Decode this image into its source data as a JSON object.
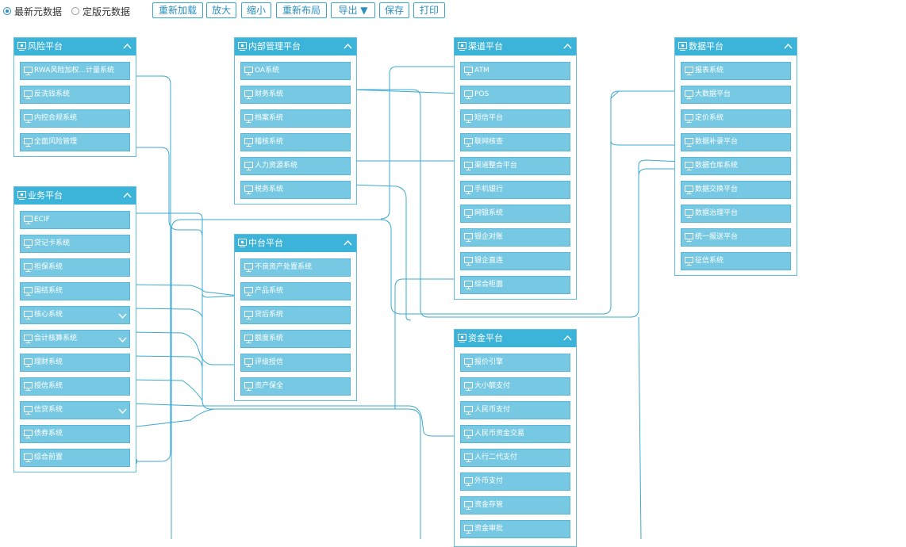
{
  "toolbar": {
    "radio_latest": "最新元数据",
    "radio_final": "定版元数据",
    "selected": "latest",
    "reload": "重新加载",
    "zoom_in": "放大",
    "zoom_out": "缩小",
    "relayout": "重新布局",
    "export": "导出 ▼",
    "save": "保存",
    "print": "打印"
  },
  "colors": {
    "header": "#3cb3d8",
    "item": "#77c9e3",
    "border": "#5fbede",
    "link": "#3ba9cf",
    "button_text": "#2a8fc0"
  },
  "icons": {
    "panel": "platform-icon",
    "item": "monitor-icon",
    "collapse": "chevron-up-icon",
    "expand": "chevron-down-icon"
  },
  "panels": {
    "risk": {
      "title": "风险平台",
      "items": [
        "RWA风险加权...计量系统",
        "反洗钱系统",
        "内控合规系统",
        "全面风险管理"
      ]
    },
    "business": {
      "title": "业务平台",
      "items": [
        "ECIF",
        "贷记卡系统",
        "担保系统",
        "国结系统",
        "核心系统",
        "会计核算系统",
        "理财系统",
        "授信系统",
        "信贷系统",
        "债券系统",
        "综合前置"
      ]
    },
    "internal": {
      "title": "内部管理平台",
      "items": [
        "OA系统",
        "财务系统",
        "档案系统",
        "稽核系统",
        "人力资源系统",
        "税务系统"
      ]
    },
    "middle": {
      "title": "中台平台",
      "items": [
        "不良资产处置系统",
        "产品系统",
        "贷后系统",
        "额度系统",
        "评级授信",
        "资产保全"
      ]
    },
    "channel": {
      "title": "渠道平台",
      "items": [
        "ATM",
        "POS",
        "短信平台",
        "联网核查",
        "渠道整合平台",
        "手机银行",
        "网银系统",
        "银企对账",
        "银企直连",
        "综合柜面"
      ]
    },
    "data": {
      "title": "数据平台",
      "items": [
        "报表系统",
        "大数据平台",
        "定价系统",
        "数据补录平台",
        "数据仓库系统",
        "数据交换平台",
        "数据治理平台",
        "统一报送平台",
        "征信系统"
      ]
    },
    "funds": {
      "title": "资金平台",
      "items": [
        "报价引擎",
        "大小额支付",
        "人民币支付",
        "人民币资金交易",
        "人行二代支付",
        "外币支付",
        "资金存管",
        "资金审批"
      ]
    }
  }
}
